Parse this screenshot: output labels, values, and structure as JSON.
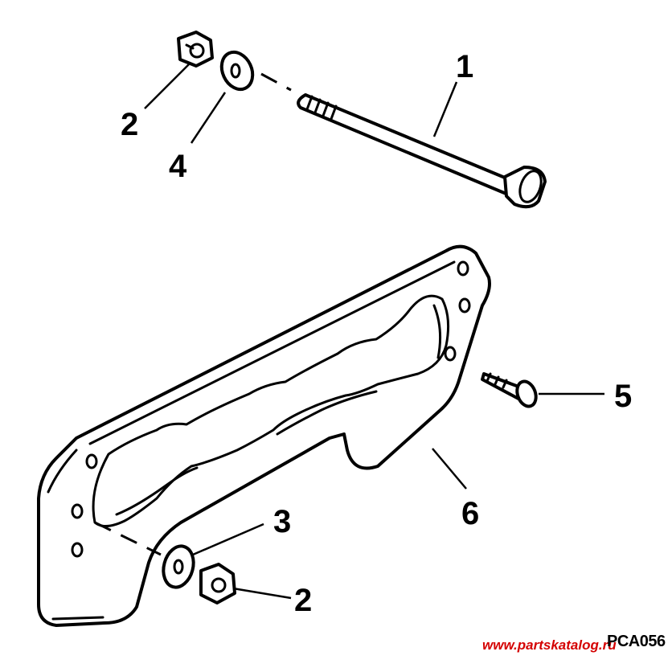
{
  "diagram": {
    "callouts": [
      {
        "id": "1",
        "label": "1"
      },
      {
        "id": "2a",
        "label": "2"
      },
      {
        "id": "4",
        "label": "4"
      },
      {
        "id": "5",
        "label": "5"
      },
      {
        "id": "6",
        "label": "6"
      },
      {
        "id": "3",
        "label": "3"
      },
      {
        "id": "2b",
        "label": "2"
      }
    ],
    "drawing_code": "PCA056",
    "watermark": "www.partskatalog.ru"
  }
}
